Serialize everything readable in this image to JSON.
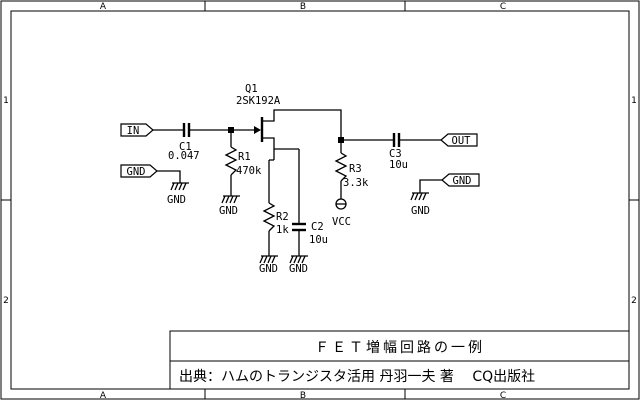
{
  "ruler": {
    "columns": [
      "A",
      "B",
      "C"
    ],
    "rows": [
      "1",
      "2"
    ]
  },
  "ports": {
    "in": "IN",
    "out": "OUT",
    "gnd_left": "GND",
    "gnd_right": "GND"
  },
  "components": {
    "q1": {
      "ref": "Q1",
      "value": "2SK192A"
    },
    "c1": {
      "ref": "C1",
      "value": "0.047"
    },
    "r1": {
      "ref": "R1",
      "value": "470k"
    },
    "r2": {
      "ref": "R2",
      "value": "1k"
    },
    "c2": {
      "ref": "C2",
      "value": "10u"
    },
    "r3": {
      "ref": "R3",
      "value": "3.3k"
    },
    "c3": {
      "ref": "C3",
      "value": "10u"
    }
  },
  "symbols": {
    "gnd": "GND",
    "vcc": "VCC"
  },
  "title_block": {
    "title": "ＦＥＴ増幅回路の一例",
    "source": "出典：ハムのトランジスタ活用 丹羽一夫 著　 CQ出版社"
  }
}
